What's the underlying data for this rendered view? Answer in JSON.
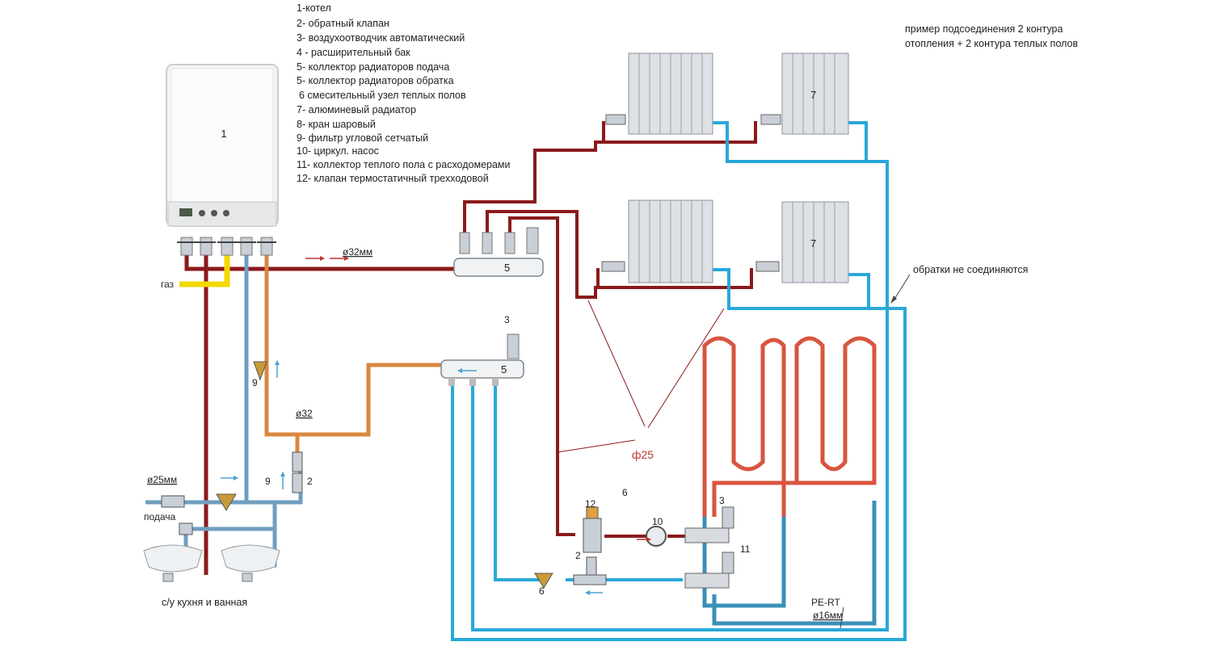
{
  "legend": {
    "items": [
      "1-котел",
      "2- обратный клапан",
      "3- воздухоотводчик автоматический",
      "4 - расширительный бак",
      "5- коллектор радиаторов подача",
      "5- коллектор радиаторов обратка",
      "6 смесительный узел теплых полов",
      "7- алюминевый радиатор",
      "8- кран шаровый",
      "9- фильтр угловой сетчатый",
      "10- циркул. насос",
      "11- коллектор теплого пола с расходомерами",
      "12- клапан термостатичный трехходовой"
    ]
  },
  "note": {
    "line1": "пример подсоединения 2 контура",
    "line2": "отопления + 2 контура теплых полов"
  },
  "labels": {
    "boiler": "1",
    "radiator": "7",
    "collector_supply": "5",
    "collector_return": "5",
    "air_vent": "3",
    "filter": "9",
    "check_valve": "2",
    "mixing_unit": "6",
    "mixing_valve": "12",
    "pump": "10",
    "uf_manifold": "11",
    "uf_air_vent": "3",
    "filter_2": "9",
    "check_valve_2": "2",
    "filter_3": "6",
    "gas": "газ",
    "supply_in": "подача",
    "sinks": "с/у кухня и  ванная",
    "d32_a": "ø32мм",
    "d32_b": "ø32",
    "d25_water": "ø25мм",
    "d25_heat": "ф25",
    "returns_note": "обратки не соединяются",
    "pe_rt": "PE-RT",
    "d16": "ø16мм"
  },
  "colors": {
    "supply": "#8b1a1a",
    "return": "#29a8d8",
    "cold_water": "#6f9fc0",
    "hot_water": "#d9883f",
    "gas": "#f4d800",
    "floor_hot": "#d9553f",
    "floor_cold": "#3b8fb8"
  }
}
